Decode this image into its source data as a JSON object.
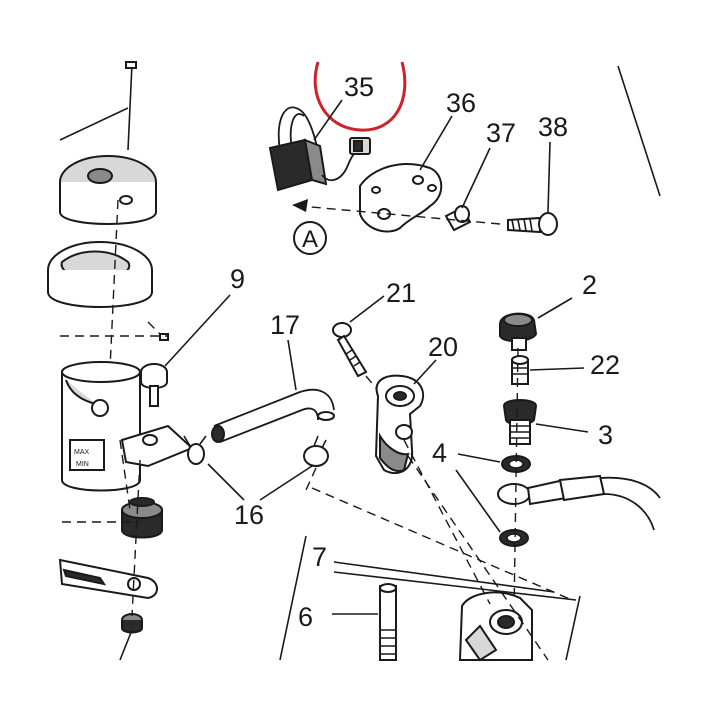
{
  "callouts": {
    "p35": "35",
    "p36": "36",
    "p37": "37",
    "p38": "38",
    "p9": "9",
    "p21": "21",
    "p2": "2",
    "p17": "17",
    "p20": "20",
    "p22": "22",
    "p3": "3",
    "p4": "4",
    "p16": "16",
    "p7": "7",
    "p6": "6"
  },
  "view_marker": "A",
  "reservoir_marks": {
    "max": "MAX",
    "min": "MIN"
  },
  "colors": {
    "highlight_circle": "#d0202a",
    "ink": "#1a1a1a"
  }
}
